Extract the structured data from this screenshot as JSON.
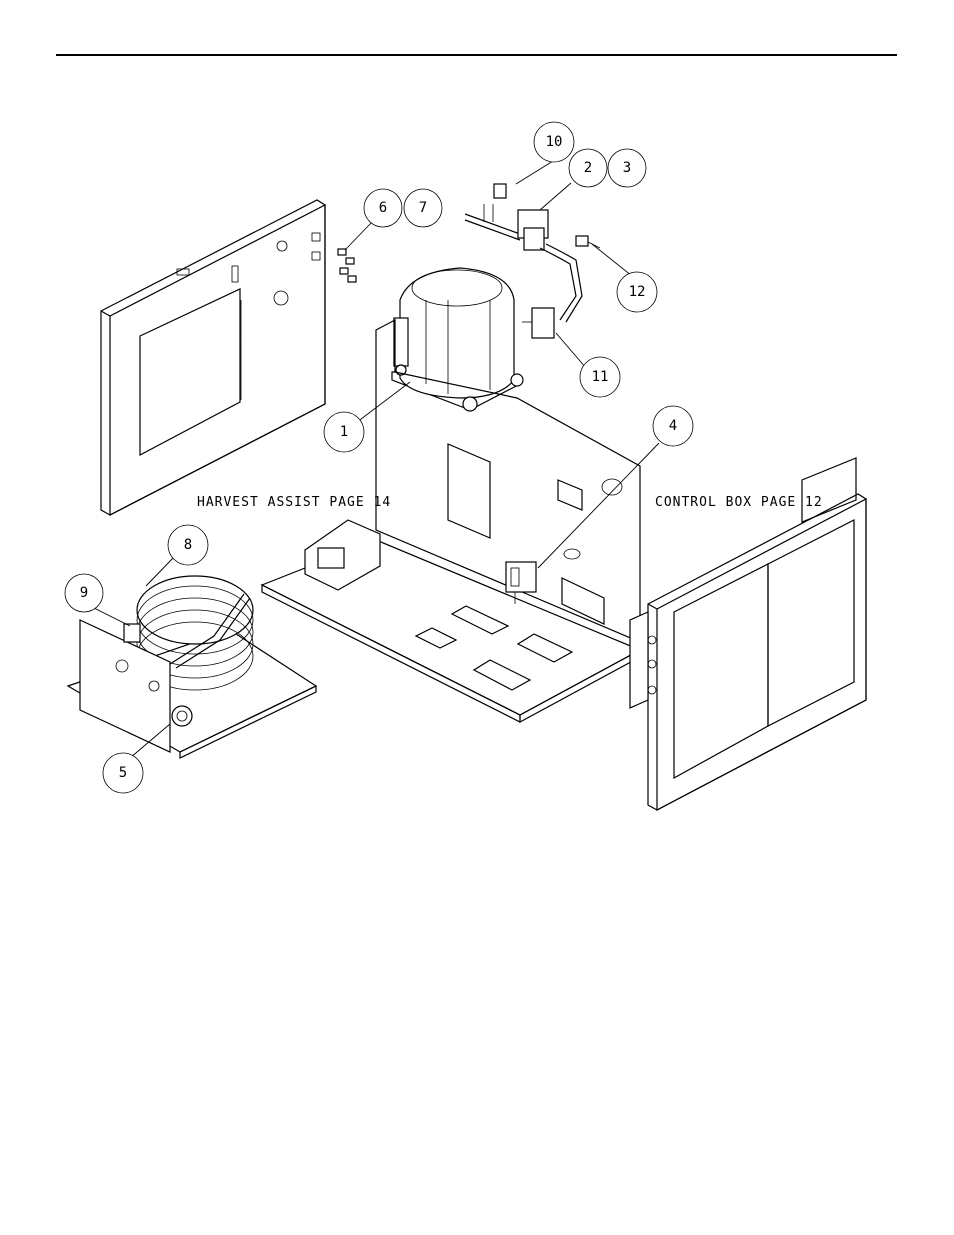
{
  "callouts": [
    {
      "id": "1",
      "label": "1"
    },
    {
      "id": "2",
      "label": "2"
    },
    {
      "id": "3",
      "label": "3"
    },
    {
      "id": "4",
      "label": "4"
    },
    {
      "id": "5",
      "label": "5"
    },
    {
      "id": "6",
      "label": "6"
    },
    {
      "id": "7",
      "label": "7"
    },
    {
      "id": "8",
      "label": "8"
    },
    {
      "id": "9",
      "label": "9"
    },
    {
      "id": "10",
      "label": "10"
    },
    {
      "id": "11",
      "label": "11"
    },
    {
      "id": "12",
      "label": "12"
    }
  ],
  "references": {
    "harvest_assist": "HARVEST ASSIST PAGE 14",
    "control_box": "CONTROL BOX PAGE 12"
  },
  "colors": {
    "line": "#000000",
    "background": "#ffffff"
  }
}
